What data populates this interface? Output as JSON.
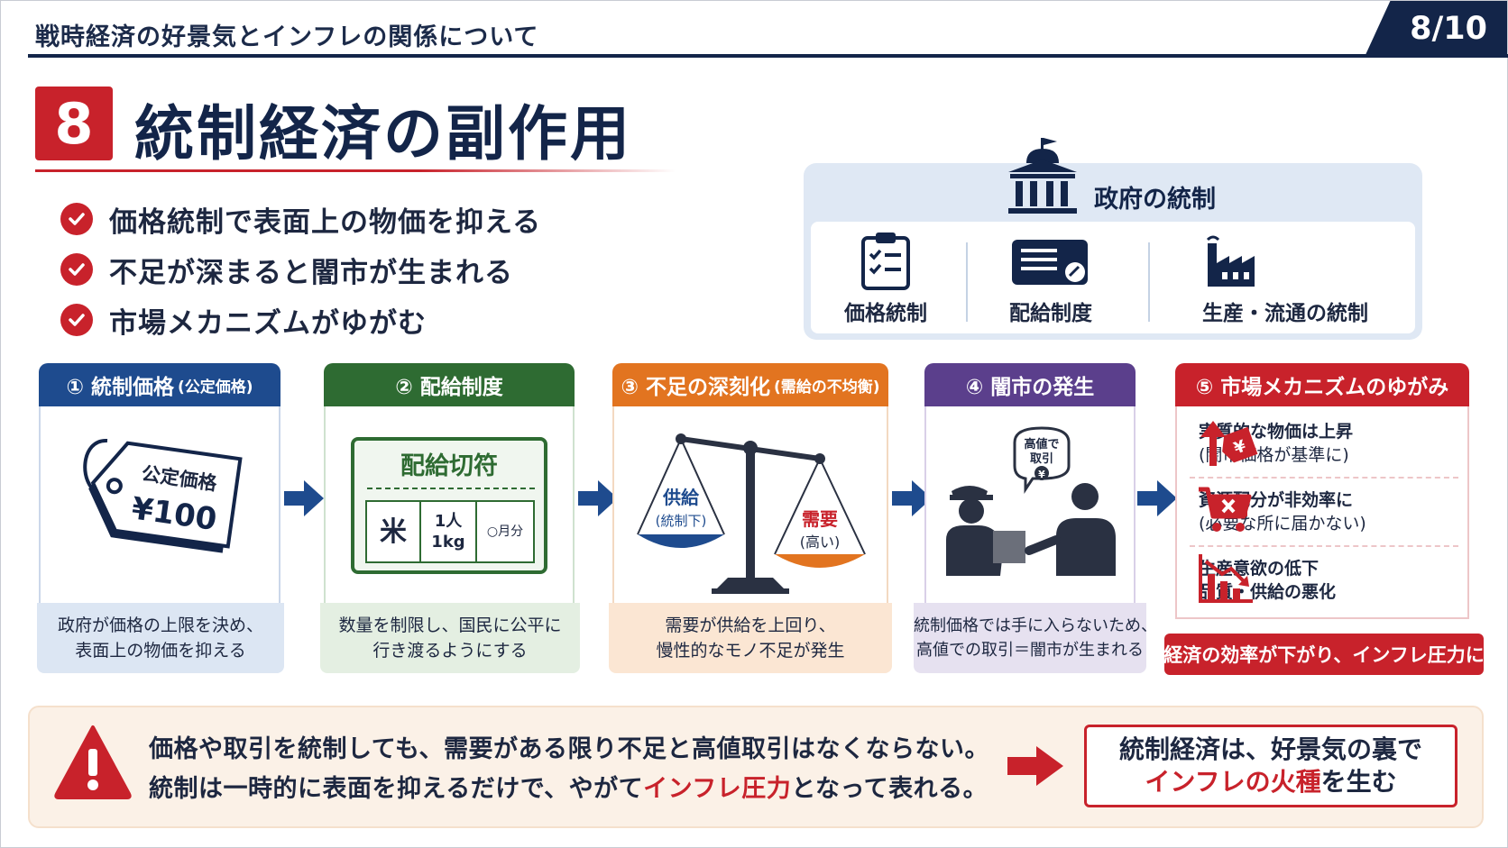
{
  "header": {
    "title": "戦時経済の好景気とインフレの関係について",
    "page": "8/10"
  },
  "section": {
    "number": "8",
    "title": "統制経済の副作用"
  },
  "points": [
    "価格統制で表面上の物価を抑える",
    "不足が深まると闇市が生まれる",
    "市場メカニズムがゆがむ"
  ],
  "government": {
    "title": "政府の統制",
    "items": [
      "価格統制",
      "配給制度",
      "生産・流通の統制"
    ]
  },
  "steps": [
    {
      "label": "① 統制価格",
      "sub": "(公定価格)",
      "caption": [
        "政府が価格の上限を決め、",
        "表面上の物価を抑える"
      ]
    },
    {
      "label": "② 配給制度",
      "sub": "",
      "caption": [
        "数量を制限し、国民に公平に",
        "行き渡るようにする"
      ]
    },
    {
      "label": "③ 不足の深刻化",
      "sub": "(需給の不均衡)",
      "caption": [
        "需要が供給を上回り、",
        "慢性的なモノ不足が発生"
      ]
    },
    {
      "label": "④ 闇市の発生",
      "sub": "",
      "caption": [
        "統制価格では手に入らないため、",
        "高値での取引＝闇市が生まれる"
      ]
    },
    {
      "label": "⑤ 市場メカニズムのゆがみ",
      "sub": "",
      "caption": []
    }
  ],
  "price_tag": {
    "label": "公定価格",
    "price": "¥100"
  },
  "ration_coupon": {
    "title": "配給切符",
    "item": "米",
    "amount1": "1人",
    "amount2": "1kg",
    "period": "○月分"
  },
  "scale": {
    "left_label1": "供給",
    "left_label2": "(統制下)",
    "right_label1": "需要",
    "right_label2": "(高い)"
  },
  "black_market": {
    "bubble1": "高値で",
    "bubble2": "取引",
    "yen": "¥"
  },
  "distortions": [
    {
      "line1": "実質的な物価は上昇",
      "line2": "(闇市価格が基準に)",
      "icon": "price-up-icon"
    },
    {
      "line1": "資源配分が非効率に",
      "line2": "(必要な所に届かない)",
      "icon": "cart-x-icon"
    },
    {
      "line1": "生産意欲の低下",
      "line2": "品質・供給の悪化",
      "icon": "chart-down-icon"
    }
  ],
  "banner": "経済の効率が下がり、インフレ圧力に",
  "bottom": {
    "line1": "価格や取引を統制しても、需要がある限り不足と高値取引はなくならない。",
    "line2_a": "統制は一時的に表面を抑えるだけで、やがて",
    "line2_hl": "インフレ圧力",
    "line2_b": "となって表れる。",
    "conclusion1": "統制経済は、好景気の裏で",
    "conclusion2_hl": "インフレの火種",
    "conclusion2_b": "を生む"
  },
  "colors": {
    "navy": "#132549",
    "red": "#c8222b",
    "blue": "#1e4b8e",
    "green": "#2e6b32",
    "orange": "#e27420",
    "purple": "#5b3f8c"
  }
}
